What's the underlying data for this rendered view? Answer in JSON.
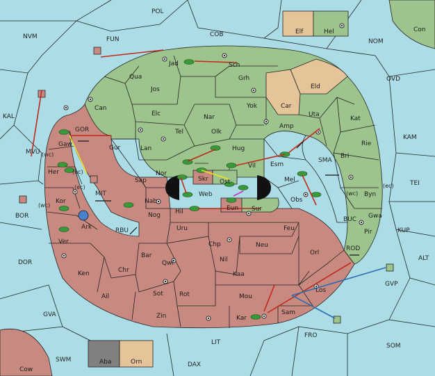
{
  "colors": {
    "sea": "#acdde6",
    "green_power": "#9dc48c",
    "red_power": "#c88a80",
    "neutral": "#e6c49a",
    "grey_land": "#808080",
    "order_move": "#c0281a",
    "order_convoy": "#2a6fb0",
    "order_support": "#f0e020",
    "order_other": "#c030c0"
  },
  "seas": [
    {
      "id": "pol",
      "label": "POL"
    },
    {
      "id": "nvm",
      "label": "NVM"
    },
    {
      "id": "fun",
      "label": "FUN"
    },
    {
      "id": "cob",
      "label": "COB"
    },
    {
      "id": "nom",
      "label": "NOM"
    },
    {
      "id": "ovd",
      "label": "OVD"
    },
    {
      "id": "kal",
      "label": "KAL"
    },
    {
      "id": "kam",
      "label": "KAM"
    },
    {
      "id": "mvu",
      "label": "MVU"
    },
    {
      "id": "gor",
      "label": "GOR"
    },
    {
      "id": "mit",
      "label": "MIT"
    },
    {
      "id": "sma",
      "label": "SMA"
    },
    {
      "id": "tei",
      "label": "TEI"
    },
    {
      "id": "bor",
      "label": "BOR"
    },
    {
      "id": "buc",
      "label": "BUC"
    },
    {
      "id": "kup",
      "label": "KUP"
    },
    {
      "id": "rbu",
      "label": "RBU"
    },
    {
      "id": "dor",
      "label": "DOR"
    },
    {
      "id": "alt",
      "label": "ALT"
    },
    {
      "id": "rod",
      "label": "ROD"
    },
    {
      "id": "gvp",
      "label": "GVP"
    },
    {
      "id": "gva",
      "label": "GVA"
    },
    {
      "id": "fro",
      "label": "FRO"
    },
    {
      "id": "lit",
      "label": "LIT"
    },
    {
      "id": "som",
      "label": "SOM"
    },
    {
      "id": "swm",
      "label": "SWM"
    },
    {
      "id": "dax",
      "label": "DAX"
    }
  ],
  "green_provinces": [
    {
      "id": "jad",
      "label": "Jad"
    },
    {
      "id": "sch",
      "label": "Sch"
    },
    {
      "id": "qua",
      "label": "Qua"
    },
    {
      "id": "jos",
      "label": "Jos"
    },
    {
      "id": "grh",
      "label": "Grh"
    },
    {
      "id": "can",
      "label": "Can"
    },
    {
      "id": "yok",
      "label": "Yok"
    },
    {
      "id": "elc",
      "label": "Elc"
    },
    {
      "id": "nar",
      "label": "Nar"
    },
    {
      "id": "uta",
      "label": "Uta"
    },
    {
      "id": "kat",
      "label": "Kat"
    },
    {
      "id": "amp",
      "label": "Amp"
    },
    {
      "id": "tel",
      "label": "Tel"
    },
    {
      "id": "olk",
      "label": "Olk"
    },
    {
      "id": "gur",
      "label": "Gur"
    },
    {
      "id": "lan",
      "label": "Lan"
    },
    {
      "id": "hug",
      "label": "Hug"
    },
    {
      "id": "rie",
      "label": "Rie"
    },
    {
      "id": "esm",
      "label": "Esm"
    },
    {
      "id": "bri",
      "label": "Bri"
    },
    {
      "id": "vil",
      "label": "Vil"
    },
    {
      "id": "nor",
      "label": "Nor"
    },
    {
      "id": "skr",
      "label": "Skr"
    },
    {
      "id": "ost",
      "label": "Ost"
    },
    {
      "id": "mel",
      "label": "Mel"
    },
    {
      "id": "byn",
      "label": "Byn"
    },
    {
      "id": "obs",
      "label": "Obs"
    },
    {
      "id": "gwa",
      "label": "Gwa"
    },
    {
      "id": "pir",
      "label": "Pir"
    },
    {
      "id": "sur",
      "label": "Sur"
    }
  ],
  "red_provinces": [
    {
      "id": "gaw",
      "label": "Gaw"
    },
    {
      "id": "her",
      "label": "Her"
    },
    {
      "id": "sap",
      "label": "Sap"
    },
    {
      "id": "kor",
      "label": "Kor"
    },
    {
      "id": "web",
      "label": "Web"
    },
    {
      "id": "nab",
      "label": "Nab"
    },
    {
      "id": "hil",
      "label": "Hil"
    },
    {
      "id": "eun",
      "label": "Eun"
    },
    {
      "id": "ark",
      "label": "Ark"
    },
    {
      "id": "nog",
      "label": "Nog"
    },
    {
      "id": "uru",
      "label": "Uru"
    },
    {
      "id": "feu",
      "label": "Feu"
    },
    {
      "id": "ver",
      "label": "Ver"
    },
    {
      "id": "chp",
      "label": "Chp"
    },
    {
      "id": "neu",
      "label": "Neu"
    },
    {
      "id": "bar",
      "label": "Bar"
    },
    {
      "id": "qwi",
      "label": "Qwi"
    },
    {
      "id": "orl",
      "label": "Orl"
    },
    {
      "id": "nil",
      "label": "Nil"
    },
    {
      "id": "ken",
      "label": "Ken"
    },
    {
      "id": "chr",
      "label": "Chr"
    },
    {
      "id": "kaa",
      "label": "Kaa"
    },
    {
      "id": "sot",
      "label": "Sot"
    },
    {
      "id": "rot",
      "label": "Rot"
    },
    {
      "id": "ail",
      "label": "Ail"
    },
    {
      "id": "mou",
      "label": "Mou"
    },
    {
      "id": "los",
      "label": "Los"
    },
    {
      "id": "zin",
      "label": "Zin"
    },
    {
      "id": "sam",
      "label": "Sam"
    },
    {
      "id": "kar",
      "label": "Kar"
    },
    {
      "id": "cow",
      "label": "Cow"
    }
  ],
  "neutral_provinces": [
    {
      "id": "elf",
      "label": "Elf"
    },
    {
      "id": "hel",
      "label": "Hel"
    },
    {
      "id": "con",
      "label": "Con"
    },
    {
      "id": "eld",
      "label": "Eld"
    },
    {
      "id": "car",
      "label": "Car"
    },
    {
      "id": "aba",
      "label": "Aba"
    },
    {
      "id": "orn",
      "label": "Orn"
    }
  ],
  "coast_labels": [
    "(wc)",
    "(ec)",
    "(wc)",
    "(ec)",
    "(wc)",
    "(ec)"
  ]
}
